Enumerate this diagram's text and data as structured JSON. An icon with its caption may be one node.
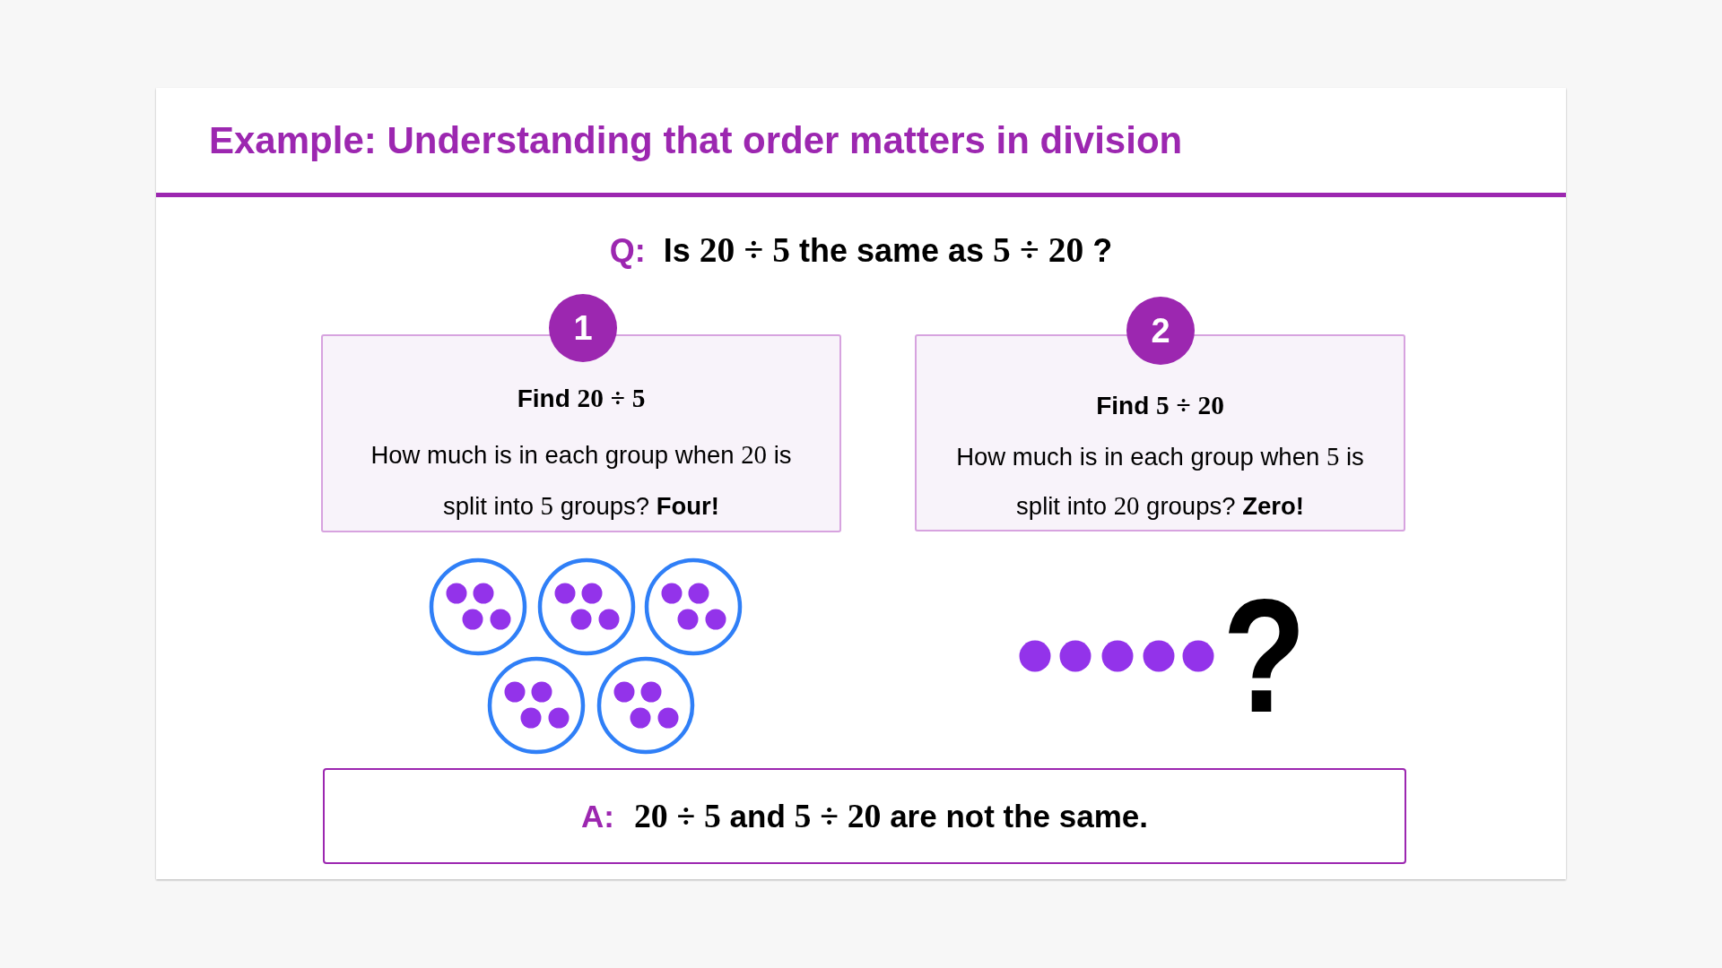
{
  "diagram": {
    "title": "Example: Understanding that order matters in division",
    "nodes": [
      {
        "text": [
          "1"
        ]
      },
      {
        "text": [
          "Find 20 ÷ 5",
          "How much is in each group when 20 is split into 5 groups? **Four!**"
        ]
      },
      {
        "text": [
          "2"
        ]
      },
      {
        "text": [
          "Find 5 ÷ 20",
          "How much is in each group when 5 is split into 20 groups? **Zero!**"
        ]
      },
      {
        "text": [
          "A:",
          "20 ÷ 5 and 5 ÷ 20 are not the same."
        ]
      }
    ],
    "labels": [
      "Q:",
      "Is 20 ÷ 5 the same as 5 ÷ 20 ?",
      "?"
    ]
  }
}
